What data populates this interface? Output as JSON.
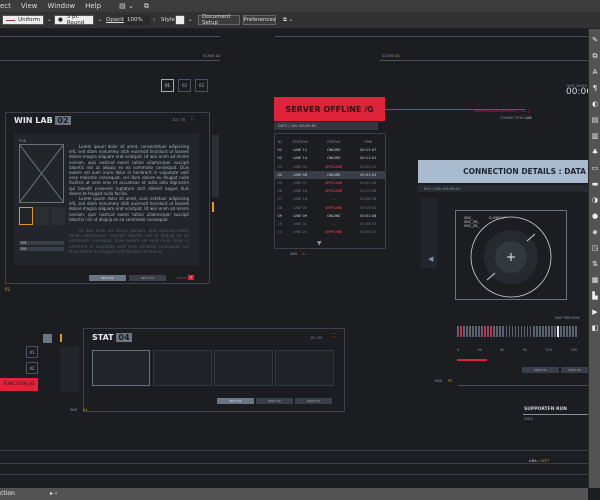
{
  "menu": [
    "ect",
    "View",
    "Window",
    "Help"
  ],
  "control": {
    "stroke_profile": "Uniform",
    "brush": "5 pt. Round",
    "opacity_label": "Opacity:",
    "opacity": "100%",
    "style_label": "Style:",
    "doc_setup": "Document Setup",
    "preferences": "Preferences"
  },
  "status": {
    "text": "ction"
  },
  "scenes": [
    {
      "label": "SCENE",
      "num": "A2"
    },
    {
      "label": "SCENE",
      "num": "D4"
    }
  ],
  "pager": [
    "01",
    "02",
    "03"
  ],
  "time": {
    "label": "TIME SAVER",
    "value": "00:06"
  },
  "winlab": {
    "title": "WIN LAB",
    "num": "02",
    "count": "02 / 35",
    "img_label": "PHB",
    "bars": [
      "EM",
      "EM"
    ],
    "para1": "Lorem ipsum dolor sit amet, consectetuer adipiscing elit, sed diam nonummy nibh euismod tincidunt ut laoreet dolore magna aliquam erat volutpat. Ut wisi enim ad minim veniam, quis nostrud exerci tation ullamcorper suscipit lobortis nisl ut aliquip ex ea commodo consequat. Duis autem vel eum iriure dolor in hendrerit in vulputate velit esse molestie consequat, vel illum dolore eu feugiat nulla facilisis at vero eros et accumsan et iusto odio dignissim qui blandit praesent luptatum zzril delenit augue duis dolore te feugait nulla facilisi.",
    "para2": "Lorem ipsum dolor sit amet, cons ectetuer adipiscing elit, sed diam nonummy nibh euismod tincidunt ut laoreet dolore magna aliquam erat volutpat. Ut wisi enim ad minim veniam, quis nostrud exerci tation ullamcorper suscipit lobortis nisl ut aliquip ex ea commodo consequat.",
    "para3": "Ut wisi enim ad minim veniam, quis nostrud exerci tation ullamcorper suscipit lobortis nisl ut aliquip ex ea commodo consequat. Duis autem vel eum iriure dolor in hendrerit in vulputate velit esse molestie consequat, vel illum dolore eu feugiat nulla facilisis at vero et",
    "buttons": [
      "SPOT 01",
      "SPOT 02"
    ],
    "error": "ERROR",
    "error_num": "1",
    "corner": "P2"
  },
  "server": {
    "title": "SERVER OFFLINE /G",
    "date": "DATE / 180.165.80.80",
    "headers": [
      "ID",
      "STATION",
      "STATUS",
      "TIME"
    ],
    "rows": [
      [
        "01",
        "LINE 11",
        "ONLINE",
        "00:12:47"
      ],
      [
        "02",
        "LINE 14",
        "ONLINE",
        "00:11:41"
      ],
      [
        "03",
        "LINE 02",
        "OFFLINE",
        "00:04:10"
      ],
      [
        "04",
        "LINE 08",
        "ONLINE",
        "00:41:53"
      ],
      [
        "05",
        "LINE 07",
        "OFFLINE",
        "00:01:18"
      ],
      [
        "06",
        "LINE 16",
        "OFFLINE",
        "00:10:08"
      ],
      [
        "07",
        "LINE 18",
        "—",
        "00:08:38"
      ],
      [
        "08",
        "LINE 05",
        "OFFLINE",
        "00:15:04"
      ],
      [
        "09",
        "LINE 09",
        "ONLINE",
        "00:51:08"
      ],
      [
        "10",
        "LINE 01",
        "—",
        "00:46:53"
      ],
      [
        "11",
        "LINE 20",
        "OFFLINE",
        "00:05:14"
      ]
    ],
    "win": "WIN",
    "win_num": "01"
  },
  "output": {
    "label": "SERVER DATA OUTPUT [ 1-2 ]",
    "sub": "CONNECTION",
    "sub2": "LAB"
  },
  "connection": {
    "title": "CONNECTION DETAILS : DATA",
    "res": "RES / 180.165.80.80",
    "scope_labels": [
      "SNC_",
      "SNC_08_",
      "SNC_08_"
    ],
    "scope_code": "D-5982-P",
    "map": "MAP PREVIEW",
    "ticks": [
      "0",
      "30",
      "60",
      "90",
      "120",
      "150"
    ],
    "buttons": [
      "SPOT 01",
      "SPOT 02"
    ],
    "win": "WIN",
    "win_num": "P5"
  },
  "stat": {
    "title": "STAT",
    "num": "04",
    "count": "16 / 35",
    "buttons": [
      "SPOT 01",
      "SPOT 02",
      "SPOT 03"
    ],
    "win": "WIN",
    "win_num": "04"
  },
  "side": {
    "items": [
      "01",
      "02"
    ],
    "function": "FUNCTION_03"
  },
  "support": {
    "title": "SUPPORTFN RUN",
    "sub": "DATA"
  },
  "ara": {
    "label": "ARA :",
    "value": "LEFT"
  }
}
